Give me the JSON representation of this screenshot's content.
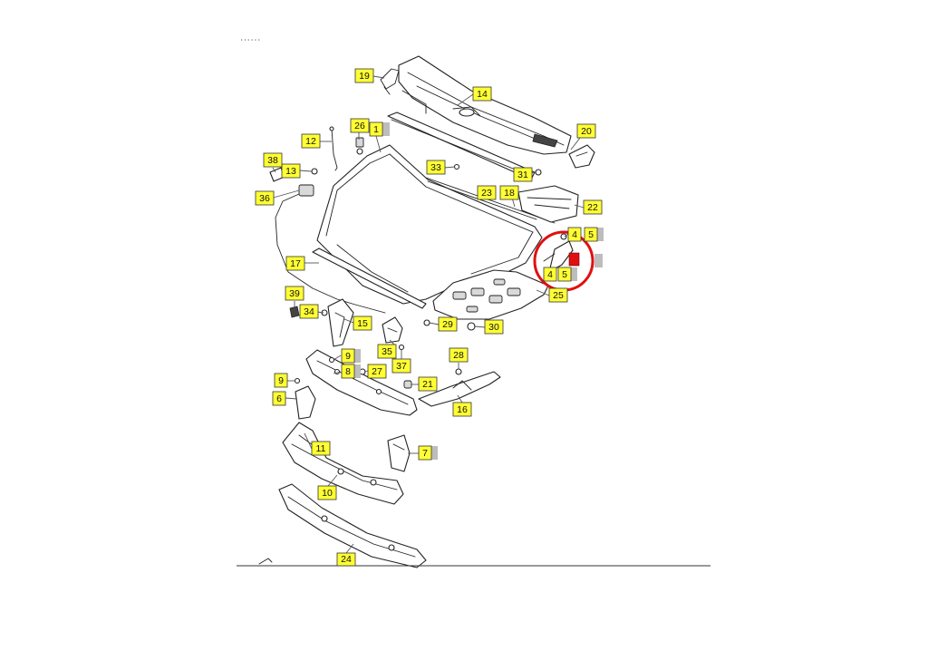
{
  "header_text": "ᐧᐧᐧᐧᐧᐧ",
  "callouts": [
    "1",
    "4",
    "4",
    "5",
    "5",
    "6",
    "7",
    "8",
    "9",
    "9",
    "10",
    "11",
    "12",
    "13",
    "14",
    "15",
    "16",
    "17",
    "18",
    "19",
    "20",
    "21",
    "22",
    "23",
    "24",
    "25",
    "26",
    "27",
    "28",
    "29",
    "30",
    "31",
    "33",
    "34",
    "35",
    "36",
    "37",
    "38",
    "39"
  ],
  "colors": {
    "callout_fill": "#ffff33",
    "highlight": "#e01010"
  },
  "highlighted_part": "5"
}
